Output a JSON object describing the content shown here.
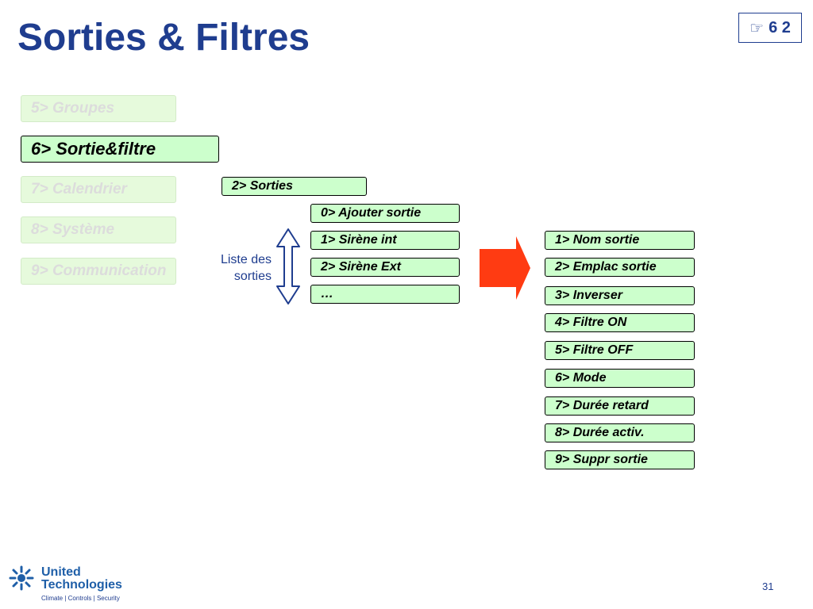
{
  "slide": {
    "title": "Sorties & Filtres",
    "ref_icon": "pointing-hand-icon",
    "ref_symbol": "☞",
    "ref_number": "6 2",
    "page_number": "31"
  },
  "menu": {
    "items": [
      {
        "label": "5> Groupes",
        "state": "inactive"
      },
      {
        "label": "6> Sortie&filtre",
        "state": "active"
      },
      {
        "label": "7> Calendrier",
        "state": "inactive"
      },
      {
        "label": "8> Système",
        "state": "inactive"
      },
      {
        "label": "9> Communication",
        "state": "inactive"
      }
    ]
  },
  "submenu": {
    "label": "2> Sorties"
  },
  "outputs": {
    "items": [
      "0> Ajouter sortie",
      "1> Sirène int",
      "2> Sirène Ext",
      "…"
    ],
    "list_label_line1": "Liste des",
    "list_label_line2": "sorties"
  },
  "options": {
    "items": [
      "1> Nom sortie",
      "2> Emplac sortie",
      "3> Inverser",
      "4> Filtre ON",
      "5> Filtre OFF",
      "6> Mode",
      "7> Durée retard",
      "8> Durée activ.",
      "9> Suppr sortie"
    ]
  },
  "logo": {
    "line1": "United",
    "line2": "Technologies",
    "tagline": "Climate | Controls | Security"
  },
  "colors": {
    "title": "#1f3d8f",
    "box_fill": "#ccffcc",
    "inactive_fill": "#e6fadc",
    "arrow_red": "#ff3b12"
  }
}
